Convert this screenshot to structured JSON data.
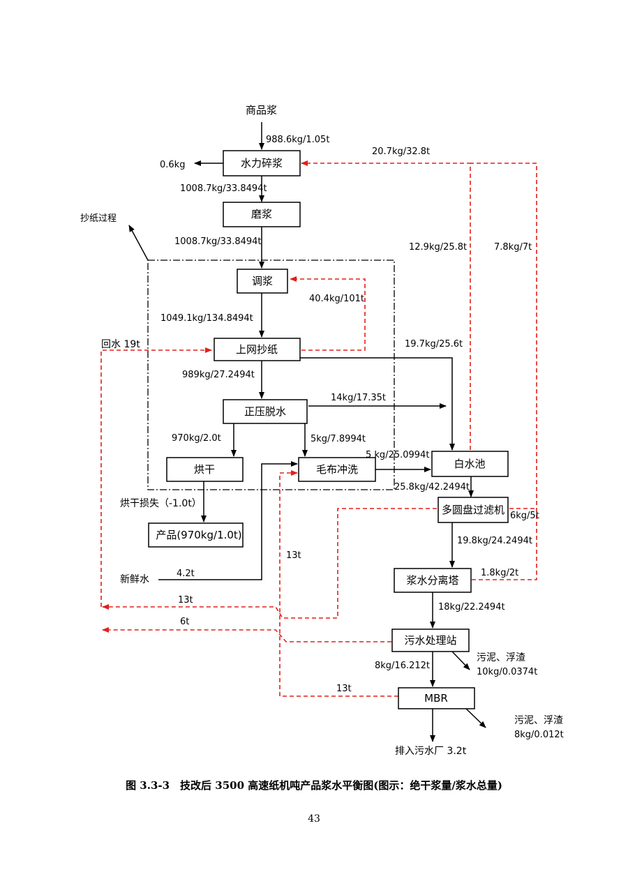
{
  "nodes": {
    "shangpinjiang": "商品浆",
    "shuilisuijiang": "水力碎浆",
    "mojiang": "磨浆",
    "tiaojiang": "调浆",
    "shangwangchaozhi": "上网抄纸",
    "zhengyatuoshui": "正压脱水",
    "honggan": "烘干",
    "maobuchongxi": "毛布冲洗",
    "chanpin": "产品(970kg/1.0t)",
    "baishuichi": "白水池",
    "duoyuanpan": "多圆盘过滤机",
    "jiangshuifenli": "浆水分离塔",
    "wushuichuli": "污水处理站",
    "mbr": "MBR",
    "paiwu": "排入污水厂 3.2t",
    "chaozhiguocheng": "抄纸过程",
    "xinxianshui": "新鲜水",
    "huishui": "回水 19t",
    "hongganloss": "烘干损失（-1.0t）",
    "sludge1a": "污泥、浮渣",
    "sludge1b": "10kg/0.0374t",
    "sludge2a": "污泥、浮渣",
    "sludge2b": "8kg/0.012t"
  },
  "flows": {
    "f1": "988.6kg/1.05t",
    "f2": "0.6kg",
    "f3": "1008.7kg/33.8494t",
    "f4": "1008.7kg/33.8494t",
    "f5": "1049.1kg/134.8494t",
    "f6": "989kg/27.2494t",
    "f7": "970kg/2.0t",
    "f8": "5kg/7.8994t",
    "f9": "14kg/17.35t",
    "f10": "19.7kg/25.6t",
    "f11": "5 kg/25.0994t",
    "f12": "25.8kg/42.2494t",
    "f13": "19.8kg/24.2494t",
    "f14": "18kg/22.2494t",
    "f15": "8kg/16.212t",
    "f16": "4.2t",
    "r1": "20.7kg/32.8t",
    "r2": "12.9kg/25.8t",
    "r3": "7.8kg/7t",
    "r4": "40.4kg/101t",
    "r5": "6kg/5t",
    "r6": "1.8kg/2t",
    "r7": "13t",
    "r8": "13t",
    "r9": "6t",
    "r10": "13t"
  },
  "colors": {
    "recycle": "#e0201b",
    "main": "#000000"
  },
  "caption": "图 3.3-3　技改后 3500 高速纸机吨产品浆水平衡图(图示：绝干浆量/浆水总量)",
  "page_number": "43"
}
